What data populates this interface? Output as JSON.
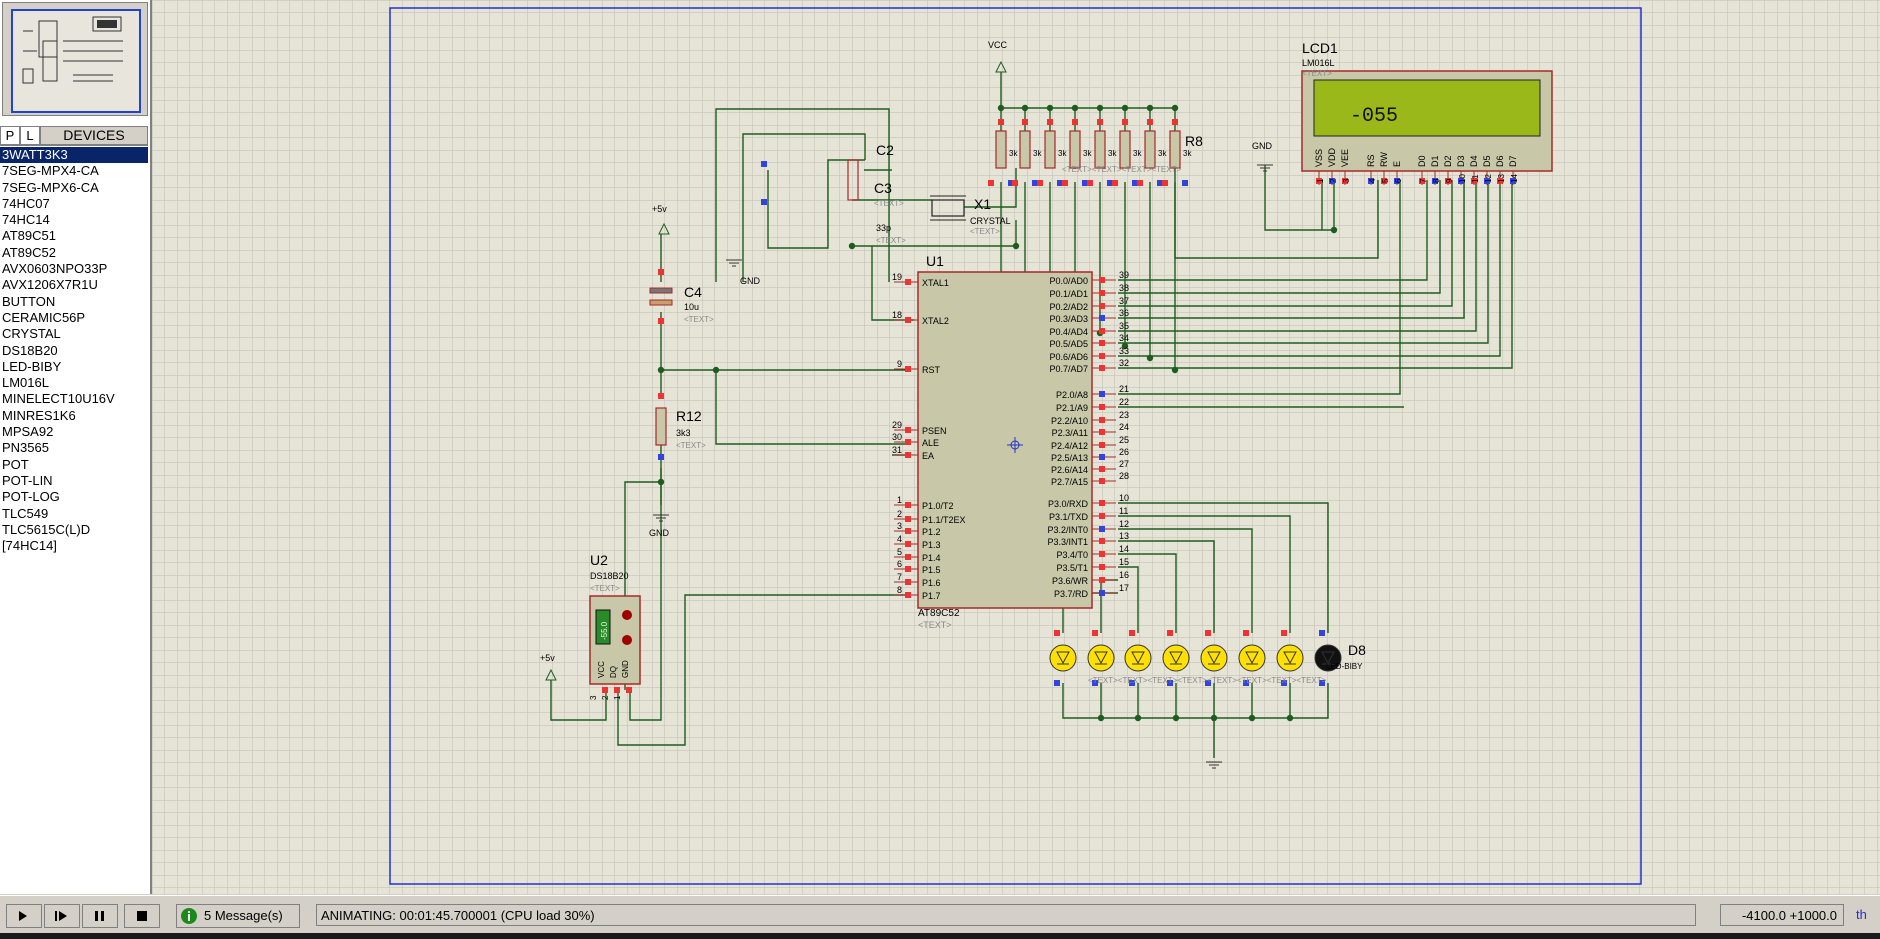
{
  "devices_panel": {
    "tab_p": "P",
    "tab_l": "L",
    "title": "DEVICES",
    "items": [
      "3WATT3K3",
      "7SEG-MPX4-CA",
      "7SEG-MPX6-CA",
      "74HC07",
      "74HC14",
      "AT89C51",
      "AT89C52",
      "AVX0603NPO33P",
      "AVX1206X7R1U",
      "BUTTON",
      "CERAMIC56P",
      "CRYSTAL",
      "DS18B20",
      "LED-BIBY",
      "LM016L",
      "MINELECT10U16V",
      "MINRES1K6",
      "MPSA92",
      "PN3565",
      "POT",
      "POT-LIN",
      "POT-LOG",
      "TLC549",
      "TLC5615C(L)D",
      "[74HC14]"
    ],
    "selected_index": 0
  },
  "schematic": {
    "lcd_ref": "LCD1",
    "lcd_part": "LM016L",
    "lcd_display": "-055",
    "lcd_pins": [
      "VSS",
      "VDD",
      "VEE",
      "RS",
      "RW",
      "E",
      "D0",
      "D1",
      "D2",
      "D3",
      "D4",
      "D5",
      "D6",
      "D7"
    ],
    "lcd_pin_nums": [
      "1",
      "2",
      "3",
      "4",
      "5",
      "6",
      "7",
      "8",
      "9",
      "10",
      "11",
      "12",
      "13",
      "14"
    ],
    "mcu_ref": "U1",
    "mcu_part": "AT89C52",
    "mcu_left_pins": [
      {
        "num": "19",
        "name": "XTAL1"
      },
      {
        "num": "18",
        "name": "XTAL2"
      },
      {
        "num": "9",
        "name": "RST"
      },
      {
        "num": "29",
        "name": "PSEN"
      },
      {
        "num": "30",
        "name": "ALE"
      },
      {
        "num": "31",
        "name": "EA"
      },
      {
        "num": "1",
        "name": "P1.0/T2"
      },
      {
        "num": "2",
        "name": "P1.1/T2EX"
      },
      {
        "num": "3",
        "name": "P1.2"
      },
      {
        "num": "4",
        "name": "P1.3"
      },
      {
        "num": "5",
        "name": "P1.4"
      },
      {
        "num": "6",
        "name": "P1.5"
      },
      {
        "num": "7",
        "name": "P1.6"
      },
      {
        "num": "8",
        "name": "P1.7"
      }
    ],
    "mcu_right_pins": [
      {
        "num": "39",
        "name": "P0.0/AD0"
      },
      {
        "num": "38",
        "name": "P0.1/AD1"
      },
      {
        "num": "37",
        "name": "P0.2/AD2"
      },
      {
        "num": "36",
        "name": "P0.3/AD3"
      },
      {
        "num": "35",
        "name": "P0.4/AD4"
      },
      {
        "num": "34",
        "name": "P0.5/AD5"
      },
      {
        "num": "33",
        "name": "P0.6/AD6"
      },
      {
        "num": "32",
        "name": "P0.7/AD7"
      },
      {
        "num": "21",
        "name": "P2.0/A8"
      },
      {
        "num": "22",
        "name": "P2.1/A9"
      },
      {
        "num": "23",
        "name": "P2.2/A10"
      },
      {
        "num": "24",
        "name": "P2.3/A11"
      },
      {
        "num": "25",
        "name": "P2.4/A12"
      },
      {
        "num": "26",
        "name": "P2.5/A13"
      },
      {
        "num": "27",
        "name": "P2.6/A14"
      },
      {
        "num": "28",
        "name": "P2.7/A15"
      },
      {
        "num": "10",
        "name": "P3.0/RXD"
      },
      {
        "num": "11",
        "name": "P3.1/TXD"
      },
      {
        "num": "12",
        "name": "P3.2/INT0"
      },
      {
        "num": "13",
        "name": "P3.3/INT1"
      },
      {
        "num": "14",
        "name": "P3.4/T0"
      },
      {
        "num": "15",
        "name": "P3.5/T1"
      },
      {
        "num": "16",
        "name": "P3.6/WR"
      },
      {
        "num": "17",
        "name": "P3.7/RD"
      }
    ],
    "text_placeholder": "<TEXT>",
    "labels": {
      "c2": "C2",
      "c3": "C3",
      "c3_val": "33p",
      "x1": "X1",
      "x1_part": "CRYSTAL",
      "c4": "C4",
      "c4_val": "10u",
      "r12": "R12",
      "r12_val": "3k3",
      "r8": "R8",
      "r_val": "3k",
      "u2": "U2",
      "u2_part": "DS18B20",
      "u2_display": "-55.0",
      "u2_pins": [
        "VCC",
        "DQ",
        "GND"
      ],
      "u2_pin_nums": [
        "3",
        "2",
        "1"
      ],
      "vcc": "VCC",
      "gnd": "GND",
      "p5v": "+5v",
      "d8": "D8",
      "led_part": "LED-BIBY"
    }
  },
  "status": {
    "messages": "5 Message(s)",
    "animating": "ANIMATING: 00:01:45.700001 (CPU load 30%)",
    "coords": "-4100.0  +1000.0",
    "units": "th"
  },
  "colors": {
    "sheet_bg": "#e6e4d7",
    "grid": "#bfbdb0",
    "frame": "#2233cc",
    "wire": "#1f5c1f",
    "body_fill": "#c8c7a8",
    "body_stroke": "#a52a2a",
    "pin_red": "#ee3333",
    "pin_blue": "#3344dd",
    "lcd_screen": "#9ab81a",
    "led_yellow": "#ffe000",
    "selection": "#0a246a"
  },
  "icons": [
    "step-play-icon",
    "play-pause-icon",
    "pause-icon",
    "stop-icon",
    "info-icon",
    "crosshair-icon"
  ]
}
